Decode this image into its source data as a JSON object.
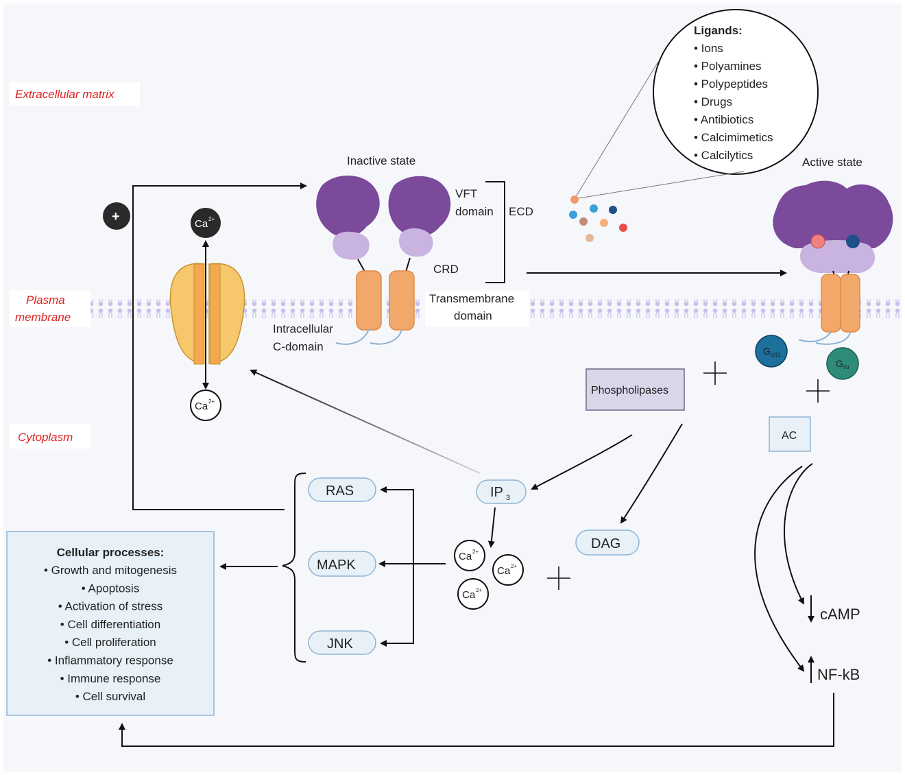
{
  "regions": {
    "extracellular": "Extracellular matrix",
    "plasma_line1": "Plasma",
    "plasma_line2": "membrane",
    "cytoplasm": "Cytoplasm"
  },
  "ligands": {
    "title": "Ligands:",
    "items": [
      "Ions",
      "Polyamines",
      "Polypeptides",
      "Drugs",
      "Antibiotics",
      "Calcimimetics",
      "Calcilytics"
    ]
  },
  "receptor": {
    "inactive_label": "Inactive state",
    "active_label": "Active state",
    "vft_line1": "VFT",
    "vft_line2": "domain",
    "ecd": "ECD",
    "crd": "CRD",
    "tm_line1": "Transmembrane",
    "tm_line2": "domain",
    "ic_line1": "Intracellular",
    "ic_line2": "C-domain"
  },
  "channel": {
    "plus": "+",
    "ca_top": "Ca",
    "ca_top_sup": "2+",
    "ca_bottom": "Ca",
    "ca_bottom_sup": "2+"
  },
  "signaling": {
    "g1": "G",
    "g1_sub": "q/11",
    "g2": "G",
    "g2_sub": "i/o",
    "phospholipases": "Phospholipases",
    "ac": "AC",
    "ip3": "IP",
    "ip3_sub": "3",
    "dag": "DAG",
    "ras": "RAS",
    "mapk": "MAPK",
    "jnk": "JNK",
    "ca_a": "Ca",
    "ca_b": "Ca",
    "ca_c": "Ca",
    "ca_sup": "2+",
    "camp": "cAMP",
    "nfkb": "NF-kB",
    "plus_sign": "+"
  },
  "cellular": {
    "title": "Cellular processes:",
    "items": [
      "Growth and mitogenesis",
      "Apoptosis",
      "Activation of stress",
      "Cell differentiation",
      "Cell proliferation",
      "Inflammatory response",
      "Immune response",
      "Cell survival"
    ]
  },
  "colors": {
    "purple": "#7b4a9a",
    "lilac": "#c9b3e0",
    "orange": "#f2a86b",
    "channel_yellow": "#f6c76b",
    "box_blue": "#e8f1f8",
    "box_border": "#8fb3d3",
    "teal": "#2e8b7a",
    "blue_g": "#1d6f9c",
    "red_label": "#e02020"
  }
}
